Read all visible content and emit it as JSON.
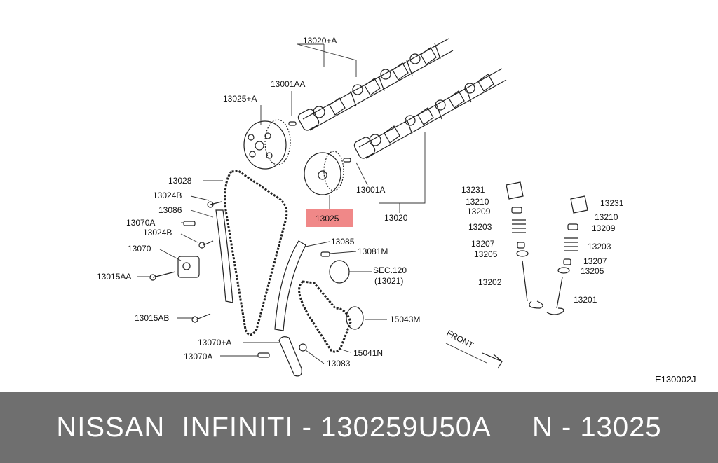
{
  "diagram": {
    "code": "E130002J",
    "direction_label": "FRONT",
    "highlight_color": "#f08888",
    "labels": {
      "l13020A": "13020+A",
      "l13001AA": "13001AA",
      "l13025A": "13025+A",
      "l13028": "13028",
      "l13024B_1": "13024B",
      "l13086": "13086",
      "l13070A_1": "13070A",
      "l13024B_2": "13024B",
      "l13070": "13070",
      "l13015AA": "13015AA",
      "l13015AB": "13015AB",
      "l13070plusA": "13070+A",
      "l13070A_2": "13070A",
      "l13025": "13025",
      "l13001A": "13001A",
      "l13020": "13020",
      "l13085": "13085",
      "l13081M": "13081M",
      "lSEC120": "SEC.120",
      "l13021": "(13021)",
      "l15043M": "15043M",
      "l15041N": "15041N",
      "l13083": "13083",
      "l13231_L": "13231",
      "l13210_L": "13210",
      "l13209_L": "13209",
      "l13203_L": "13203",
      "l13207_L": "13207",
      "l13205_L": "13205",
      "l13202": "13202",
      "l13231_R": "13231",
      "l13210_R": "13210",
      "l13209_R": "13209",
      "l13203_R": "13203",
      "l13207_R": "13207",
      "l13205_R": "13205",
      "l13201": "13201"
    }
  },
  "footer": {
    "text": "NISSAN  INFINITI - 130259U50A     N - 13025",
    "background": "#6f6f6f"
  }
}
